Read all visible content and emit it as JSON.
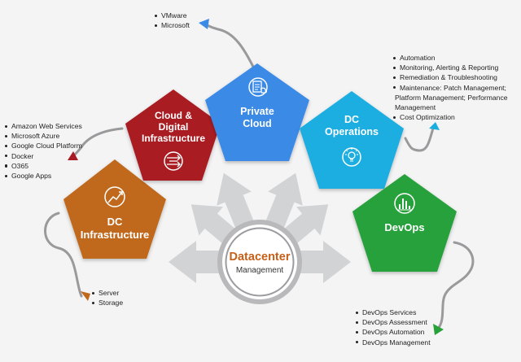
{
  "hub": {
    "title": "Datacenter",
    "subtitle": "Management"
  },
  "nodes": [
    {
      "id": "dc-infrastructure",
      "lines": [
        "DC",
        "Infrastructure"
      ],
      "color": "#c0691b",
      "icon": "trend-chart-icon"
    },
    {
      "id": "cloud-digital",
      "lines": [
        "Cloud &",
        "Digital",
        "Infrastructure"
      ],
      "color": "#a91b24",
      "icon": "shuffle-arrows-icon"
    },
    {
      "id": "private-cloud",
      "lines": [
        "Private",
        "Cloud"
      ],
      "color": "#3a8ae6",
      "icon": "document-cloud-icon"
    },
    {
      "id": "dc-operations",
      "lines": [
        "DC",
        "Operations"
      ],
      "color": "#1aaee0",
      "icon": "lightbulb-icon"
    },
    {
      "id": "devops",
      "lines": [
        "DevOps"
      ],
      "color": "#27a13a",
      "icon": "bar-chart-icon"
    }
  ],
  "lists": {
    "private_cloud": [
      "VMware",
      "Microsoft"
    ],
    "cloud_digital": [
      "Amazon Web Services",
      "Microsoft Azure",
      "Google Cloud Platform",
      "Docker",
      "O365",
      "Google Apps"
    ],
    "dc_infrastructure": [
      "Server",
      "Storage"
    ],
    "dc_operations": [
      {
        "text": "Automation"
      },
      {
        "text": "Monitoring, Alerting & Reporting"
      },
      {
        "text": "Remediation & Troubleshooting"
      },
      {
        "text": "Maintenance: Patch Management;"
      },
      {
        "text": "Platform Management; Performance",
        "cont": true
      },
      {
        "text": "Management",
        "cont": true
      },
      {
        "text": "Cost Optimization"
      }
    ],
    "devops": [
      "DevOps Services",
      "DevOps Assessment",
      "DevOps Automation",
      "DevOps Management"
    ]
  }
}
